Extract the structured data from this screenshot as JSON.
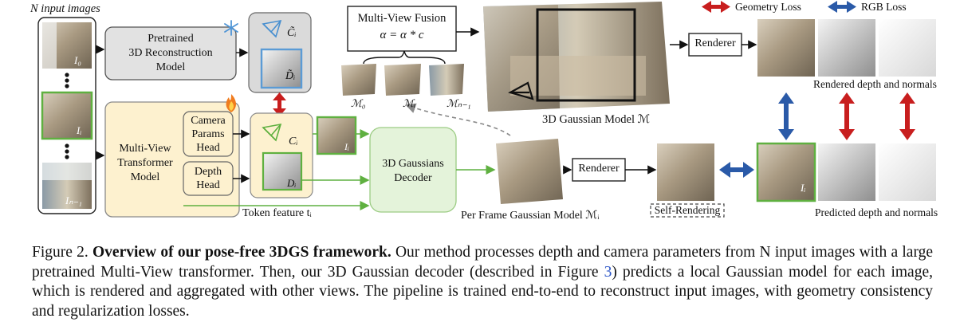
{
  "diagram": {
    "input_images_label": "N input images",
    "image_tag_first": "I₀",
    "image_tag_i": "Iᵢ",
    "image_tag_last": "Iₙ₋₁",
    "pretrained_model": [
      "Pretrained",
      "3D Reconstruction",
      "Model"
    ],
    "mvt_model": [
      "Multi-View",
      "Transformer",
      "Model"
    ],
    "camera_head": [
      "Camera",
      "Params",
      "Head"
    ],
    "depth_head": [
      "Depth",
      "Head"
    ],
    "c_tilde": "C̃ᵢ",
    "d_tilde": "D̃ᵢ",
    "c_i": "Cᵢ",
    "d_i": "Dᵢ",
    "token_feature": "Token feature tᵢ",
    "decoder": [
      "3D Gaussians",
      "Decoder"
    ],
    "fusion_title": "Multi-View Fusion",
    "fusion_formula": "α = α * c",
    "m0": "ℳ₀",
    "mi": "ℳᵢ",
    "mn": "ℳₙ₋₁",
    "gaussian_model": "3D Gaussian Model ℳ",
    "per_frame_model": "Per Frame Gaussian Model ℳᵢ",
    "renderer_top": "Renderer",
    "renderer_bottom": "Renderer",
    "self_rendering": "Self-Rendering",
    "geometry_loss": "Geometry Loss",
    "rgb_loss": "RGB Loss",
    "rendered_label": "Rendered depth and normals",
    "predicted_label": "Predicted depth and normals",
    "colors": {
      "geometry_loss": "#c81e1e",
      "rgb_loss": "#2a5aa8",
      "green_frame": "#5fb040",
      "blue_frame": "#5b9bd5",
      "pretrained_fill": "#e2e2e2",
      "mvt_fill": "#fdf1cf",
      "decoder_fill": "#e4f3da"
    },
    "icons": [
      "snowflake-icon",
      "fire-icon",
      "camera-frustum-icon"
    ]
  },
  "caption": {
    "prefix": "Figure 2.",
    "title": "Overview of our pose-free 3DGS framework.",
    "body1": " Our method processes depth and camera parameters from N input images with a large pretrained Multi-View transformer. Then, our 3D Gaussian decoder (described in Figure ",
    "figure_ref": "3",
    "body2": ") predicts a local Gaussian model for each image, which is rendered and aggregated with other views. The pipeline is trained end-to-end to reconstruct input images, with geometry consistency and regularization losses."
  }
}
